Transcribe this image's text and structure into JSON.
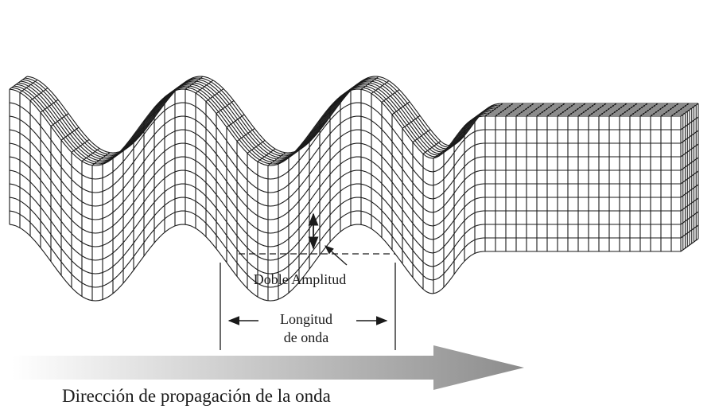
{
  "labels": {
    "amplitude": "Doble Amplitud",
    "wavelength_line1": "Longitud",
    "wavelength_line2": "de onda",
    "propagation": "Dirección de propagación de la onda"
  },
  "colors": {
    "ink": "#1a1a1a",
    "arrow_start": "#ffffff",
    "arrow_end": "#8c8c8c"
  }
}
